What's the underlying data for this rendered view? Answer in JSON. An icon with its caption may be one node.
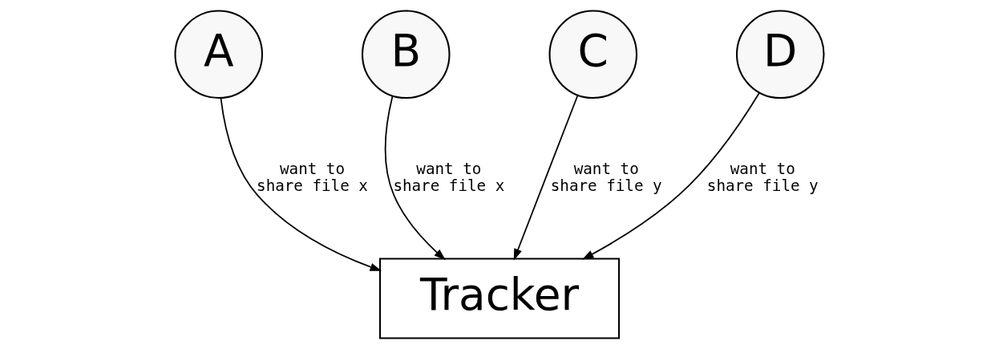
{
  "diagram": {
    "nodes": [
      {
        "text": [
          "A"
        ]
      },
      {
        "text": [
          "B"
        ]
      },
      {
        "text": [
          "C"
        ]
      },
      {
        "text": [
          "D"
        ]
      },
      {
        "text": [
          "Tracker"
        ]
      }
    ],
    "edges": [
      {
        "from": 0,
        "to": 4,
        "arrow": "to",
        "label": "want to share file x"
      },
      {
        "from": 1,
        "to": 4,
        "arrow": "to",
        "label": "want to share file x"
      },
      {
        "from": 2,
        "to": 4,
        "arrow": "to",
        "label": "want to share file y"
      },
      {
        "from": 3,
        "to": 4,
        "arrow": "to",
        "label": "want to share file y"
      }
    ]
  }
}
